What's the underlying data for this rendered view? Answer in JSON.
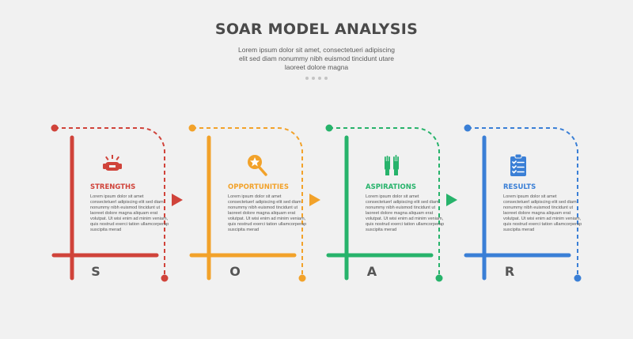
{
  "header": {
    "title": "SOAR MODEL ANALYSIS",
    "subtitle_lines": [
      "Lorem ipsum dolor sit amet, consectetueri adipiscing",
      "elit sed diam nonummy nibh euismod tincidunt utare",
      "laoreet dolore magna"
    ]
  },
  "stages": [
    {
      "title": "STRENGTHS",
      "letter": "S",
      "color": "#d0433a",
      "icon": "flexed-arm-icon",
      "body": "Lorem ipsum dolor sit amet consectetuerl adipiscing elit sed diam nonummy nibh euismod tincidunt ut laoreet dolore magna aliquam erat volutpat. Ut wisi enim ad minim veniam, quis nostrud exerci tation ullamcorperap suscipita merad"
    },
    {
      "title": "OPPORTUNITIES",
      "letter": "O",
      "color": "#f2a22a",
      "icon": "search-star-icon",
      "body": "Lorem ipsum dolor sit amet consectetuerl adipiscing elit sed diam nonummy nibh euismod tincidunt ut laoreet dolore magna aliquam erat volutpat. Ut wisi enim ad minim veniam, quis nostrud exerci tation ullamcorperap suscipita merad"
    },
    {
      "title": "ASPIRATIONS",
      "letter": "A",
      "color": "#27b36b",
      "icon": "raised-hands-icon",
      "body": "Lorem ipsum dolor sit amet consectetuerl adipiscing elit sed diam nonummy nibh euismod tincidunt ut laoreet dolore magna aliquam erat volutpat. Ut wisi enim ad minim veniam, quis nostrud exerci tation ullamcorperap suscipita merad"
    },
    {
      "title": "RESULTS",
      "letter": "R",
      "color": "#3a7fd6",
      "icon": "checklist-clipboard-icon",
      "body": "Lorem ipsum dolor sit amet consectetuerl adipiscing elit sed diam nonummy nibh euismod tincidunt ut laoreet dolore magna aliquam erat volutpat. Ut wisi enim ad minim veniam, quis nostrud exerci tation ullamcorperap suscipita merad"
    }
  ]
}
